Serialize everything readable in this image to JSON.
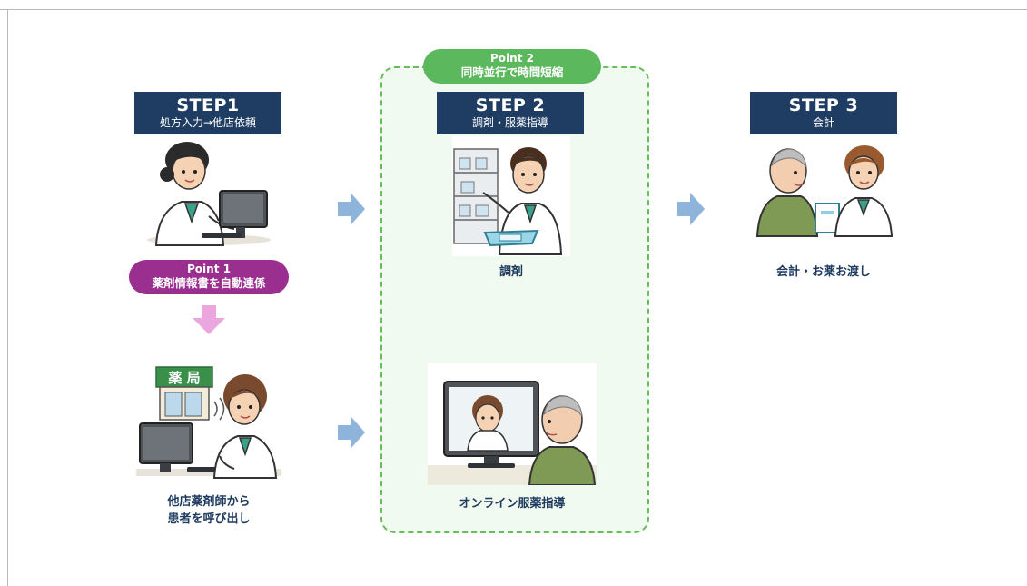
{
  "step1": {
    "title": "STEP1",
    "subtitle": "処方入力→他店依頼"
  },
  "step2": {
    "title": "STEP 2",
    "subtitle": "調剤・服薬指導"
  },
  "step3": {
    "title": "STEP 3",
    "subtitle": "会計"
  },
  "point1": {
    "label": "Point 1",
    "text": "薬剤情報書を自動連係"
  },
  "point2": {
    "label": "Point 2",
    "text": "同時並行で時間短縮"
  },
  "captions": {
    "dispensing": "調剤",
    "online": "オンライン服薬指導",
    "other_line1": "他店薬剤師から",
    "other_line2": "患者を呼び出し",
    "payment": "会計・お薬お渡し"
  },
  "pharmacy_sign": "薬 局",
  "colors": {
    "navy": "#1f3d63",
    "green": "#5cb85c",
    "purple": "#9b2f8f",
    "blue_arrow": "#8fb4db",
    "pink_arrow": "#eaa6dd"
  }
}
